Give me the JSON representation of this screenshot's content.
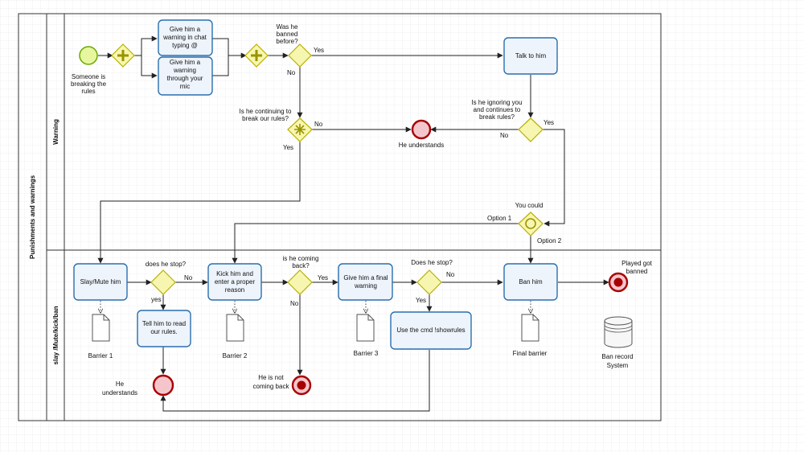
{
  "pool": {
    "title": "Punishments and warnings"
  },
  "lanes": [
    {
      "id": "warning",
      "title": "Warning"
    },
    {
      "id": "slay",
      "title": "slay /Mute/kick/ban"
    }
  ],
  "start": {
    "label": [
      "Someone is",
      "breaking the",
      "rules"
    ]
  },
  "tasks": {
    "warn_chat": [
      "Give him a",
      "warning in chat",
      "typing @"
    ],
    "warn_mic": [
      "Give him a",
      "warning",
      "through your",
      "mic"
    ],
    "talk": [
      "Talk to him"
    ],
    "slay": [
      "Slay/Mute him"
    ],
    "read_rules": [
      "Tell him to read",
      "our rules."
    ],
    "kick": [
      "Kick him and",
      "enter a proper",
      "reason"
    ],
    "final_warning": [
      "Give him a final",
      "warning"
    ],
    "showrules": [
      "Use the cmd !showrules"
    ],
    "ban": [
      "Ban him"
    ]
  },
  "gateways": {
    "banned_before": [
      "Was he",
      "banned",
      "before?"
    ],
    "continuing": [
      "Is he continuing to",
      "break our rules?"
    ],
    "ignoring": [
      "Is he ignoring you",
      "and continues to",
      "break rules?"
    ],
    "you_could": [
      "You could"
    ],
    "does_stop": [
      "does he stop?"
    ],
    "coming_back": [
      "is he coming",
      "back?"
    ],
    "does_stop2": [
      "Does he stop?"
    ]
  },
  "events": {
    "understands_top": [
      "He understands"
    ],
    "understands_bottom": [
      "He",
      "understands"
    ],
    "not_coming_back": [
      "He is not",
      "coming back"
    ],
    "got_banned": [
      "Played got",
      "banned"
    ]
  },
  "documents": {
    "barrier1": [
      "Barrier 1"
    ],
    "barrier2": [
      "Barrier 2"
    ],
    "barrier3": [
      "Barrier 3"
    ],
    "final_barrier": [
      "Final barrier"
    ]
  },
  "datastore": {
    "label": [
      "Ban record",
      "System"
    ]
  },
  "flow_labels": {
    "yes_banned": "Yes",
    "no_banned": "No",
    "no_continuing": "No",
    "yes_continuing": "Yes",
    "yes_ignoring": "Yes",
    "no_ignoring": "No",
    "option1": "Option 1",
    "option2": "Option 2",
    "no_stop": "No",
    "yes_stop": "yes",
    "yes_coming": "Yes",
    "no_coming": "No",
    "no_stop2": "No",
    "yes_stop2": "Yes"
  },
  "colors": {
    "task_fill": "#eef4fb",
    "task_stroke": "#2a6fae",
    "gateway_fill": "#f7f6b0",
    "gateway_stroke": "#b8b000",
    "start_fill": "#e6f7a0",
    "start_stroke": "#6aa800",
    "end_fill": "#f4c6cc",
    "end_stroke": "#a80000",
    "grid": "#e3e3e3"
  }
}
